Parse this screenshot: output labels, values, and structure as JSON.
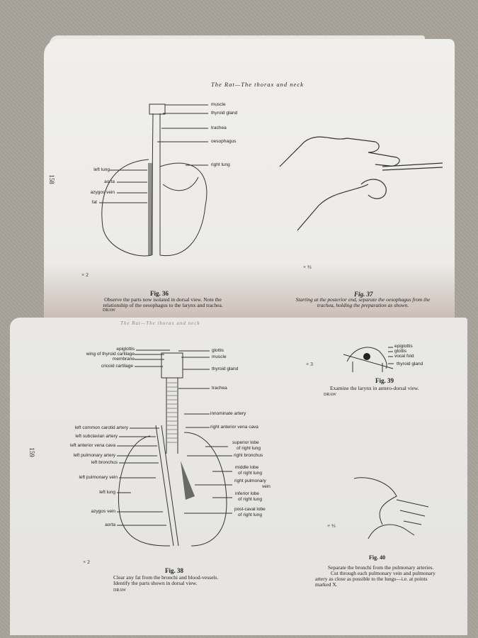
{
  "top_page": {
    "header": "The Rat—The thorax and neck",
    "page_number": "158",
    "fig36": {
      "title": "Fig. 36",
      "scale": "× 2",
      "caption": "Observe the parts now isolated in dorsal view. Note the relationship of the oesophagus to the larynx and trachea.",
      "instruction": "DRAW",
      "labels_right": [
        "muscle",
        "thyroid gland",
        "trachea",
        "oesophagus",
        "right lung"
      ],
      "labels_left": [
        "left lung",
        "aorta",
        "azygos vein",
        "fat"
      ]
    },
    "fig37": {
      "title": "Fig. 37",
      "scale": "× ⅔",
      "caption": "Starting at the posterior end, separate the oesophagus from the trachea, holding the preparation as shown."
    }
  },
  "bottom_page": {
    "header": "The Rat—The thorax and neck",
    "page_number": "159",
    "fig38": {
      "title": "Fig. 38",
      "scale": "× 2",
      "caption_lines": [
        "Clear any fat from the bronchi and blood-vessels.",
        "Identify the parts shown in dorsal view."
      ],
      "instruction": "DRAW",
      "labels_left": [
        "epiglottis",
        "wing of thyroid cartilage",
        "membrane",
        "cricoid cartilage",
        "left common carotid artery",
        "left subclavian artery",
        "left anterior vena cava",
        "left pulmonary artery",
        "left bronchus",
        "left pulmonary vein",
        "left lung",
        "azygos vein",
        "aorta"
      ],
      "labels_right": [
        "glottis",
        "muscle",
        "thyroid gland",
        "trachea",
        "innominate artery",
        "right anterior vena cava",
        "superior lobe",
        "of right lung",
        "right bronchus",
        "middle lobe",
        "of right lung",
        "right pulmonary",
        "vein",
        "inferior lobe",
        "of right lung",
        "post-caval lobe",
        "of right lung"
      ]
    },
    "fig39": {
      "title": "Fig. 39",
      "scale": "× 3",
      "caption": "Examine the larynx in antero-dorsal view.",
      "instruction": "DRAW",
      "labels": [
        "epiglottis",
        "glottis",
        "vocal fold",
        "thyroid gland"
      ]
    },
    "fig40": {
      "title": "Fig. 40",
      "scale": "× ⅔",
      "caption_lines": [
        "Separate the bronchi from the pulmonary arteries.",
        "Cut through each pulmonary vein and pulmonary",
        "artery as close as possible to the lungs—i.e. at points",
        "marked X."
      ]
    }
  }
}
